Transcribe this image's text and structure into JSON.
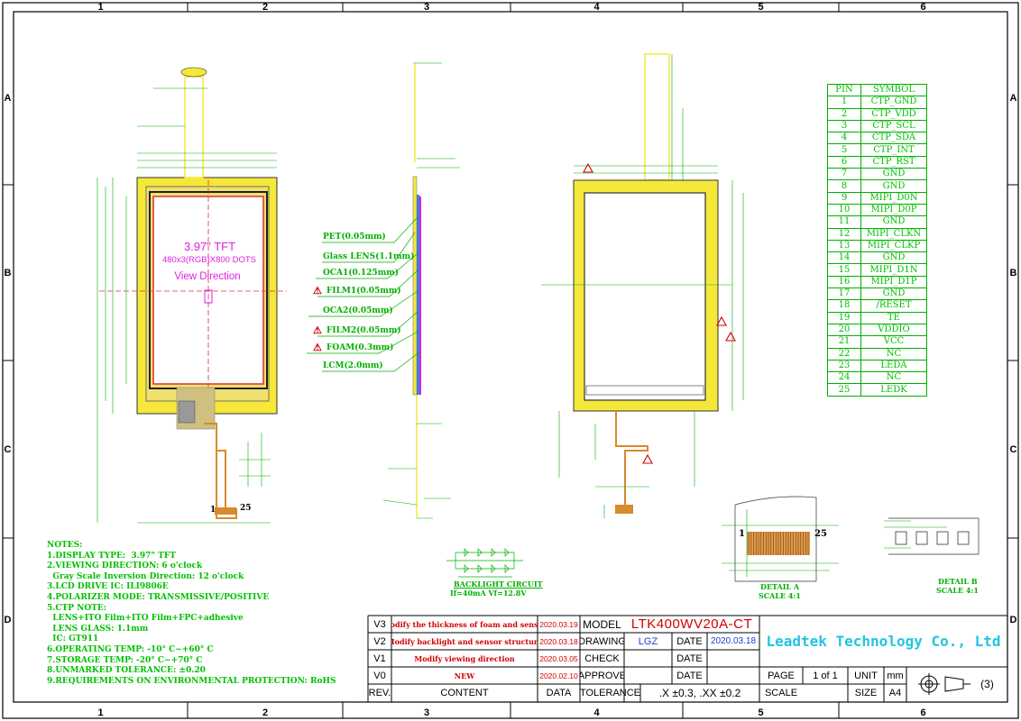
{
  "grid": {
    "columns": [
      "1",
      "2",
      "3",
      "4",
      "5",
      "6"
    ],
    "rows": [
      "A",
      "B",
      "C",
      "D"
    ]
  },
  "front_view": {
    "size_label": "3.97\" TFT",
    "resolution_label": "480x3(RGB)X800 DOTS",
    "view_label": "View Direction",
    "pin_start": "1",
    "pin_end": "25"
  },
  "stack": {
    "layers": [
      {
        "label": "PET(0.05mm)",
        "warn": false
      },
      {
        "label": "Glass LENS(1.1mm)",
        "warn": false
      },
      {
        "label": "OCA1(0.125mm)",
        "warn": false
      },
      {
        "label": "FILM1(0.05mm)",
        "warn": true
      },
      {
        "label": "OCA2(0.05mm)",
        "warn": false
      },
      {
        "label": "FILM2(0.05mm)",
        "warn": true
      },
      {
        "label": "FOAM(0.3mm)",
        "warn": true
      },
      {
        "label": "LCM(2.0mm)",
        "warn": false
      }
    ],
    "backlight_title": "BACKLIGHT CIRCUIT",
    "backlight_spec": "If=40mA Vf=12.8V"
  },
  "details": {
    "a_title": "DETAIL A",
    "a_scale": "SCALE 4:1",
    "b_title": "DETAIL B",
    "b_scale": "SCALE 4:1",
    "a_pin_start": "1",
    "a_pin_end": "25"
  },
  "pin_table": {
    "header_pin": "PIN",
    "header_symbol": "SYMBOL",
    "rows": [
      {
        "pin": "1",
        "symbol": "CTP_GND"
      },
      {
        "pin": "2",
        "symbol": "CTP_VDD"
      },
      {
        "pin": "3",
        "symbol": "CTP_SCL"
      },
      {
        "pin": "4",
        "symbol": "CTP_SDA"
      },
      {
        "pin": "5",
        "symbol": "CTP_INT"
      },
      {
        "pin": "6",
        "symbol": "CTP_RST"
      },
      {
        "pin": "7",
        "symbol": "GND"
      },
      {
        "pin": "8",
        "symbol": "GND"
      },
      {
        "pin": "9",
        "symbol": "MIPI_D0N"
      },
      {
        "pin": "10",
        "symbol": "MIPI_D0P"
      },
      {
        "pin": "11",
        "symbol": "GND"
      },
      {
        "pin": "12",
        "symbol": "MIPI_CLKN"
      },
      {
        "pin": "13",
        "symbol": "MIPI_CLKP"
      },
      {
        "pin": "14",
        "symbol": "GND"
      },
      {
        "pin": "15",
        "symbol": "MIPI_D1N"
      },
      {
        "pin": "16",
        "symbol": "MIPI_D1P"
      },
      {
        "pin": "17",
        "symbol": "GND"
      },
      {
        "pin": "18",
        "symbol": "/RESET"
      },
      {
        "pin": "19",
        "symbol": "TE"
      },
      {
        "pin": "20",
        "symbol": "VDDIO"
      },
      {
        "pin": "21",
        "symbol": "VCC"
      },
      {
        "pin": "22",
        "symbol": "NC"
      },
      {
        "pin": "23",
        "symbol": "LEDA"
      },
      {
        "pin": "24",
        "symbol": "NC"
      },
      {
        "pin": "25",
        "symbol": "LEDK"
      }
    ]
  },
  "notes": {
    "title": "NOTES:",
    "lines": [
      "1.DISPLAY TYPE:  3.97\" TFT",
      "2.VIEWING DIRECTION: 6 o'clock",
      "  Gray Scale Inversion Direction: 12 o'clock",
      "3.LCD DRIVE IC: ILI9806E",
      "4.POLARIZER MODE: TRANSMISSIVE/POSITIVE",
      "5.CTP NOTE:",
      "  LENS+ITO Film+ITO Film+FPC+adhesive",
      "  LENS GLASS: 1.1mm",
      "  IC: GT911",
      "6.OPERATING TEMP: -10° C~+60° C",
      "7.STORAGE TEMP: -20° C~+70° C",
      "8.UNMARKED TOLERANCE: ±0.20",
      "9.REQUIREMENTS ON ENVIRONMENTAL PROTECTION: RoHS"
    ]
  },
  "title_block": {
    "revisions": [
      {
        "rev": "V3",
        "content": "Modify the thickness of foam and sensor",
        "date": "2020.03.19"
      },
      {
        "rev": "V2",
        "content": "Modify backlight and sensor structure",
        "date": "2020.03.18"
      },
      {
        "rev": "V1",
        "content": "Modify viewing direction",
        "date": "2020.03.05"
      },
      {
        "rev": "V0",
        "content": "NEW",
        "date": "2020.02.10"
      }
    ],
    "header_rev": "REV.",
    "header_content": "CONTENT",
    "header_date": "DATA",
    "model_label": "MODEL",
    "model_value": "LTK400WV20A-CT",
    "drawing_label": "DRAWING",
    "drawing_value": "LGZ",
    "drawing_date_label": "DATE",
    "drawing_date_value": "2020.03.18",
    "check_label": "CHECK",
    "check_date_label": "DATE",
    "approve_label": "APPROVE",
    "approve_date_label": "DATE",
    "tolerance_label": "TOLERANCE",
    "tolerance_value": ".X ±0.3, .XX ±0.2",
    "company": "Leadtek Technology Co., Ltd",
    "page_label": "PAGE",
    "page_value": "1 of 1",
    "unit_label": "UNIT",
    "unit_value": "mm",
    "scale_label": "SCALE",
    "size_label": "SIZE",
    "size_value": "A4",
    "projection_number": "(3)"
  },
  "colors": {
    "green": "#00b000",
    "yellow": "#f5e83a",
    "red": "#e02020",
    "magenta": "#e020e0",
    "cyan": "#22c4e0",
    "orange": "#d98a2b"
  }
}
